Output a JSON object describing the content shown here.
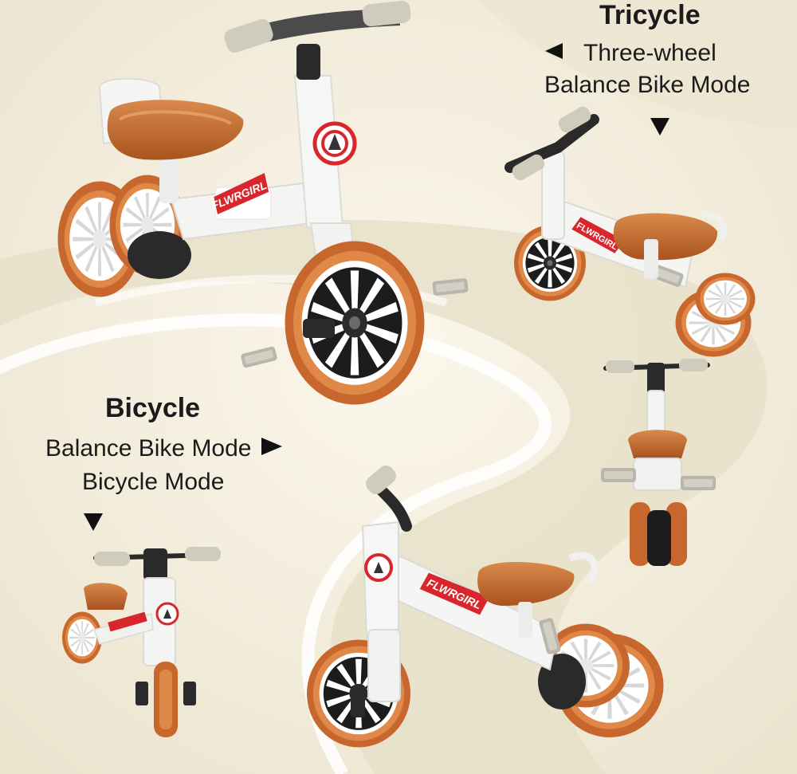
{
  "product": {
    "brand": "FLWRGIRL",
    "colors": {
      "accent_orange": "#c2692d",
      "frame_white": "#f4f4f2",
      "tire_black": "#1c1c1c",
      "logo_red": "#d8262c",
      "background": "#f4efe2",
      "path": "#e6dec8"
    }
  },
  "tricycle": {
    "title": "Tricycle",
    "line1": "Three-wheel",
    "line2": "Balance Bike Mode",
    "left_arrow_icon": "triangle-left-icon",
    "down_arrow_icon": "triangle-down-icon"
  },
  "bicycle": {
    "title": "Bicycle",
    "line1": "Balance Bike Mode",
    "line2": "Bicycle Mode",
    "right_arrow_icon": "triangle-right-icon",
    "down_arrow_icon": "triangle-down-icon"
  }
}
